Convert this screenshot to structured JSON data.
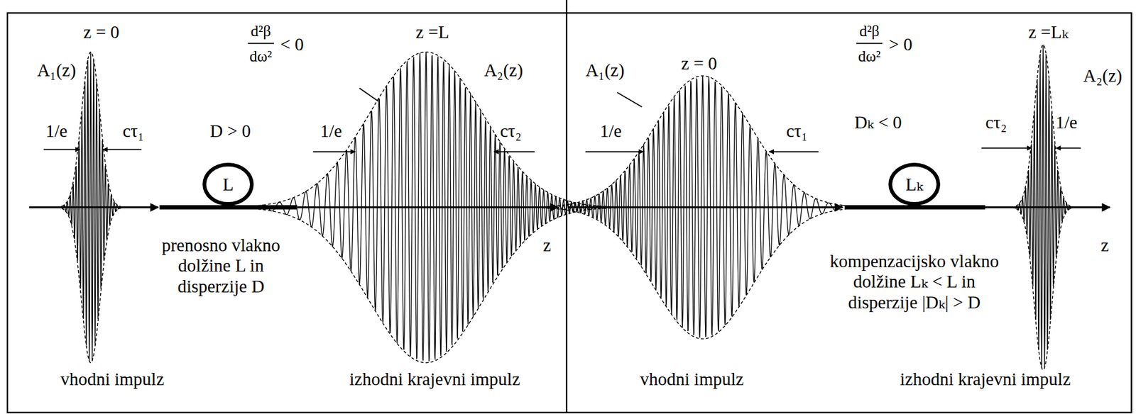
{
  "diagram": {
    "nodes": [
      {
        "text": [
          "L"
        ]
      },
      {
        "text": [
          "Lₖ"
        ]
      }
    ],
    "labels": [
      "z = 0",
      "A₁(z)",
      "d²β",
      "dω²",
      "< 0",
      "z =L",
      "A₂(z)",
      "1/e",
      "cτ₁",
      "D > 0",
      "1/e",
      "cτ₂",
      "prenosno vlakno dolžine L in disperzije D",
      "z",
      "vhodni impulz",
      "izhodni krajevni impulz",
      "z = 0",
      "A₁(z)",
      "d²β",
      "dω²",
      "> 0",
      "z =Lₖ",
      "A₂(z)",
      "1/e",
      "cτ₁",
      "Dₖ < 0",
      "cτ₂",
      "1/e",
      "kompenzacijsko vlakno dolžine Lₖ < L in disperzije |Dₖ| > D",
      "z",
      "vhodni impulz",
      "izhodni krajevni impulz"
    ]
  }
}
